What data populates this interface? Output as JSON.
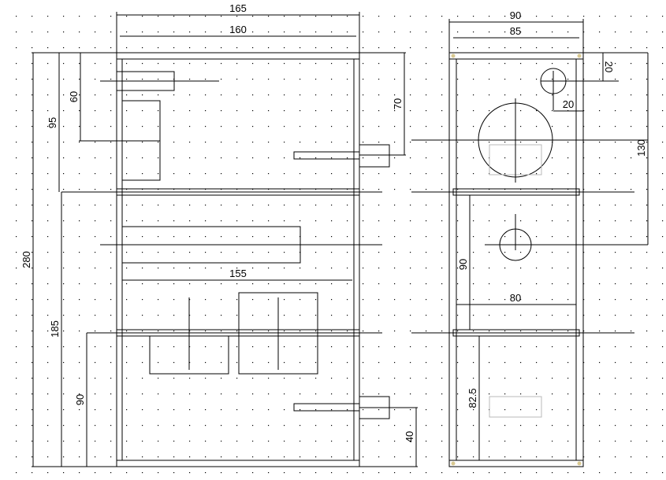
{
  "front_view": {
    "dims": {
      "overall_width": "165",
      "inner_width": "160",
      "shelf_width": "155",
      "total_height": "280",
      "upper_height": "95",
      "hole_offset": "60",
      "lower_height": "185",
      "bottom_height": "90",
      "port_top_offset": "70",
      "port_bottom_offset": "40"
    }
  },
  "side_view": {
    "dims": {
      "overall_depth": "90",
      "inner_depth": "85",
      "terminal_top_offset": "20",
      "terminal_side_offset": "20",
      "driver_height": "130",
      "chamber_height": "90",
      "chamber_depth": "80",
      "bottom_height": "82.5"
    }
  },
  "colors": {
    "line": "#000000",
    "grid_dot": "#000000",
    "plate": "#b8b8b8"
  }
}
